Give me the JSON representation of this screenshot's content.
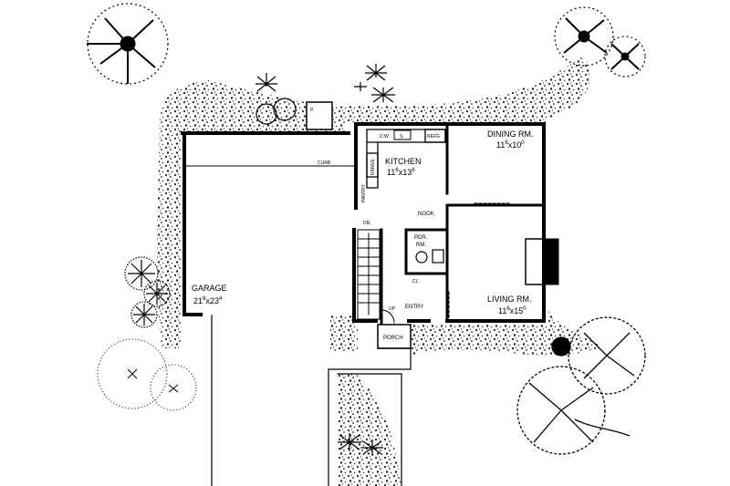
{
  "plan": {
    "rooms": {
      "garage": {
        "name": "GARAGE",
        "dim_w": "21",
        "dim_w_sup": "8",
        "dim_l": "23",
        "dim_l_sup": "4"
      },
      "kitchen": {
        "name": "KITCHEN",
        "dim_w": "11",
        "dim_w_sup": "6",
        "dim_l": "13",
        "dim_l_sup": "6"
      },
      "dining": {
        "name": "DINING RM.",
        "dim_w": "11",
        "dim_w_sup": "6",
        "dim_l": "10",
        "dim_l_sup": "0"
      },
      "living": {
        "name": "LIVING RM.",
        "dim_w": "11",
        "dim_w_sup": "6",
        "dim_l": "15",
        "dim_l_sup": "0"
      },
      "powder": {
        "name_line1": "PDR.",
        "name_line2": "RM."
      }
    },
    "labels": {
      "nook": "NOOK",
      "entry": "ENTRY",
      "porch": "PORCH",
      "curb": "CURB",
      "pantry": "PANTRY",
      "range": "RANGE",
      "dw": "D.W.",
      "sink": "S.",
      "refg": "REFG",
      "closet": "CL.",
      "stair_down": "DN.",
      "stair_up": "UP",
      "post": "P.",
      "times": "x"
    }
  }
}
